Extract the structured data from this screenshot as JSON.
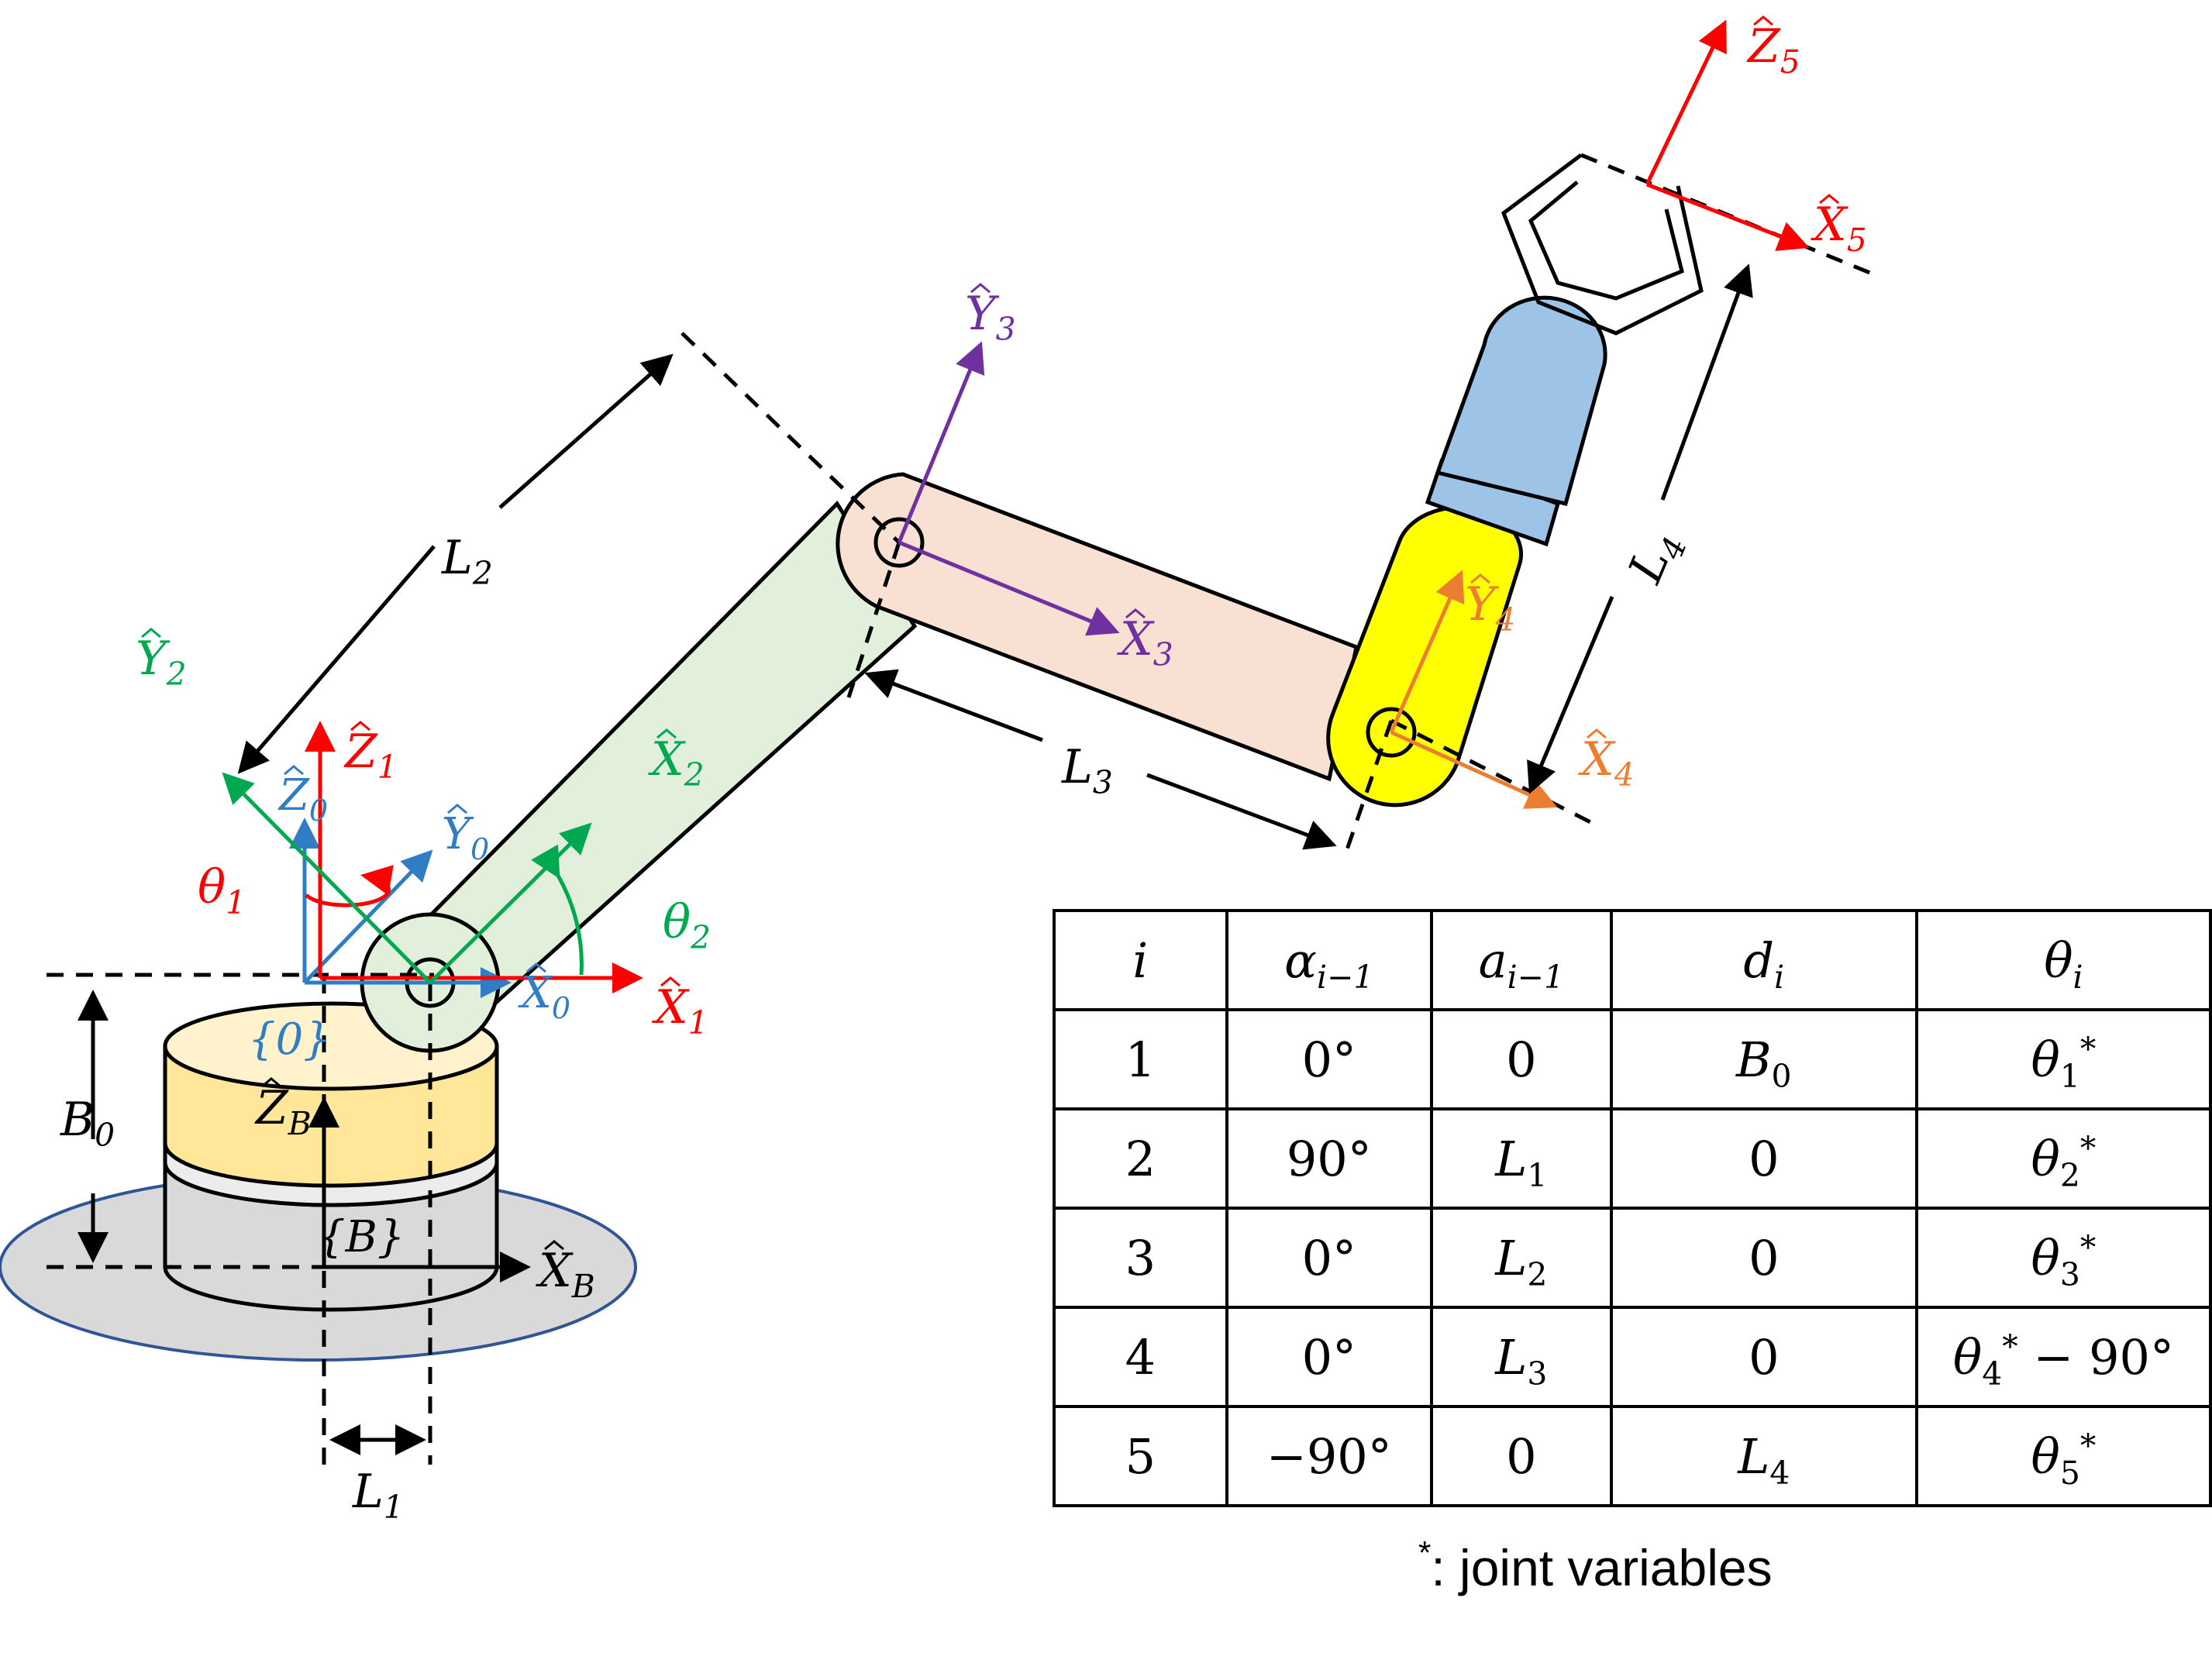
{
  "colors": {
    "frame_B": "#000000",
    "frame_0": "#2f7dc4",
    "frame_1": "#ff0000",
    "frame_2": "#00a84f",
    "frame_3": "#7030a0",
    "frame_4": "#ed7d31",
    "frame_5": "#ff0000",
    "link2_fill": "#e2efda",
    "link3_fill": "#f8e1d3",
    "wrist_fill": "#ffff00",
    "gripper_body_fill": "#9dc3e6",
    "base_top_fill": "#ffe699",
    "base_bottom_fill": "#d9d9d9",
    "floor_fill": "#d9d9d9",
    "floor_edge": "#2f5597"
  },
  "labels": {
    "X_B": {
      "base": "X",
      "sub": "B"
    },
    "Z_B": {
      "base": "Z",
      "sub": "B"
    },
    "frame_B": "{B}",
    "X_0": {
      "base": "X",
      "sub": "0"
    },
    "Y_0": {
      "base": "Y",
      "sub": "0"
    },
    "Z_0": {
      "base": "Z",
      "sub": "0"
    },
    "frame_0": "{0}",
    "X_1": {
      "base": "X",
      "sub": "1"
    },
    "Z_1": {
      "base": "Z",
      "sub": "1"
    },
    "theta_1": {
      "base": "θ",
      "sub": "1"
    },
    "X_2": {
      "base": "X",
      "sub": "2"
    },
    "Y_2": {
      "base": "Y",
      "sub": "2"
    },
    "theta_2": {
      "base": "θ",
      "sub": "2"
    },
    "X_3": {
      "base": "X",
      "sub": "3"
    },
    "Y_3": {
      "base": "Y",
      "sub": "3"
    },
    "X_4": {
      "base": "X",
      "sub": "4"
    },
    "Y_4": {
      "base": "Y",
      "sub": "4"
    },
    "X_5": {
      "base": "X",
      "sub": "5"
    },
    "Z_5": {
      "base": "Z",
      "sub": "5"
    },
    "B_0": {
      "base": "B",
      "sub": "0"
    },
    "L_1": {
      "base": "L",
      "sub": "1"
    },
    "L_2": {
      "base": "L",
      "sub": "2"
    },
    "L_3": {
      "base": "L",
      "sub": "3"
    },
    "L_4": {
      "base": "L",
      "sub": "4"
    }
  },
  "dh_table": {
    "headers": [
      {
        "base": "i",
        "sub": ""
      },
      {
        "base": "α",
        "sub": "i−1"
      },
      {
        "base": "a",
        "sub": "i−1"
      },
      {
        "base": "d",
        "sub": "i"
      },
      {
        "base": "θ",
        "sub": "i"
      }
    ],
    "rows": [
      {
        "i": "1",
        "alpha": "0°",
        "a": "0",
        "d": {
          "base": "B",
          "sub": "0",
          "sup": ""
        },
        "theta": {
          "base": "θ",
          "sub": "1",
          "sup": "*",
          "tail": ""
        }
      },
      {
        "i": "2",
        "alpha": "90°",
        "a": {
          "base": "L",
          "sub": "1"
        },
        "d": {
          "base": "0",
          "sub": "",
          "sup": ""
        },
        "theta": {
          "base": "θ",
          "sub": "2",
          "sup": "*",
          "tail": ""
        }
      },
      {
        "i": "3",
        "alpha": "0°",
        "a": {
          "base": "L",
          "sub": "2"
        },
        "d": {
          "base": "0",
          "sub": "",
          "sup": ""
        },
        "theta": {
          "base": "θ",
          "sub": "3",
          "sup": "*",
          "tail": ""
        }
      },
      {
        "i": "4",
        "alpha": "0°",
        "a": {
          "base": "L",
          "sub": "3"
        },
        "d": {
          "base": "0",
          "sub": "",
          "sup": ""
        },
        "theta": {
          "base": "θ",
          "sub": "4",
          "sup": "*",
          "tail": " − 90°"
        }
      },
      {
        "i": "5",
        "alpha": "−90°",
        "a": "0",
        "d": {
          "base": "L",
          "sub": "4",
          "sup": ""
        },
        "theta": {
          "base": "θ",
          "sub": "5",
          "sup": "*",
          "tail": ""
        }
      }
    ]
  },
  "footnote": {
    "mark": "*",
    "text": ": joint variables"
  }
}
